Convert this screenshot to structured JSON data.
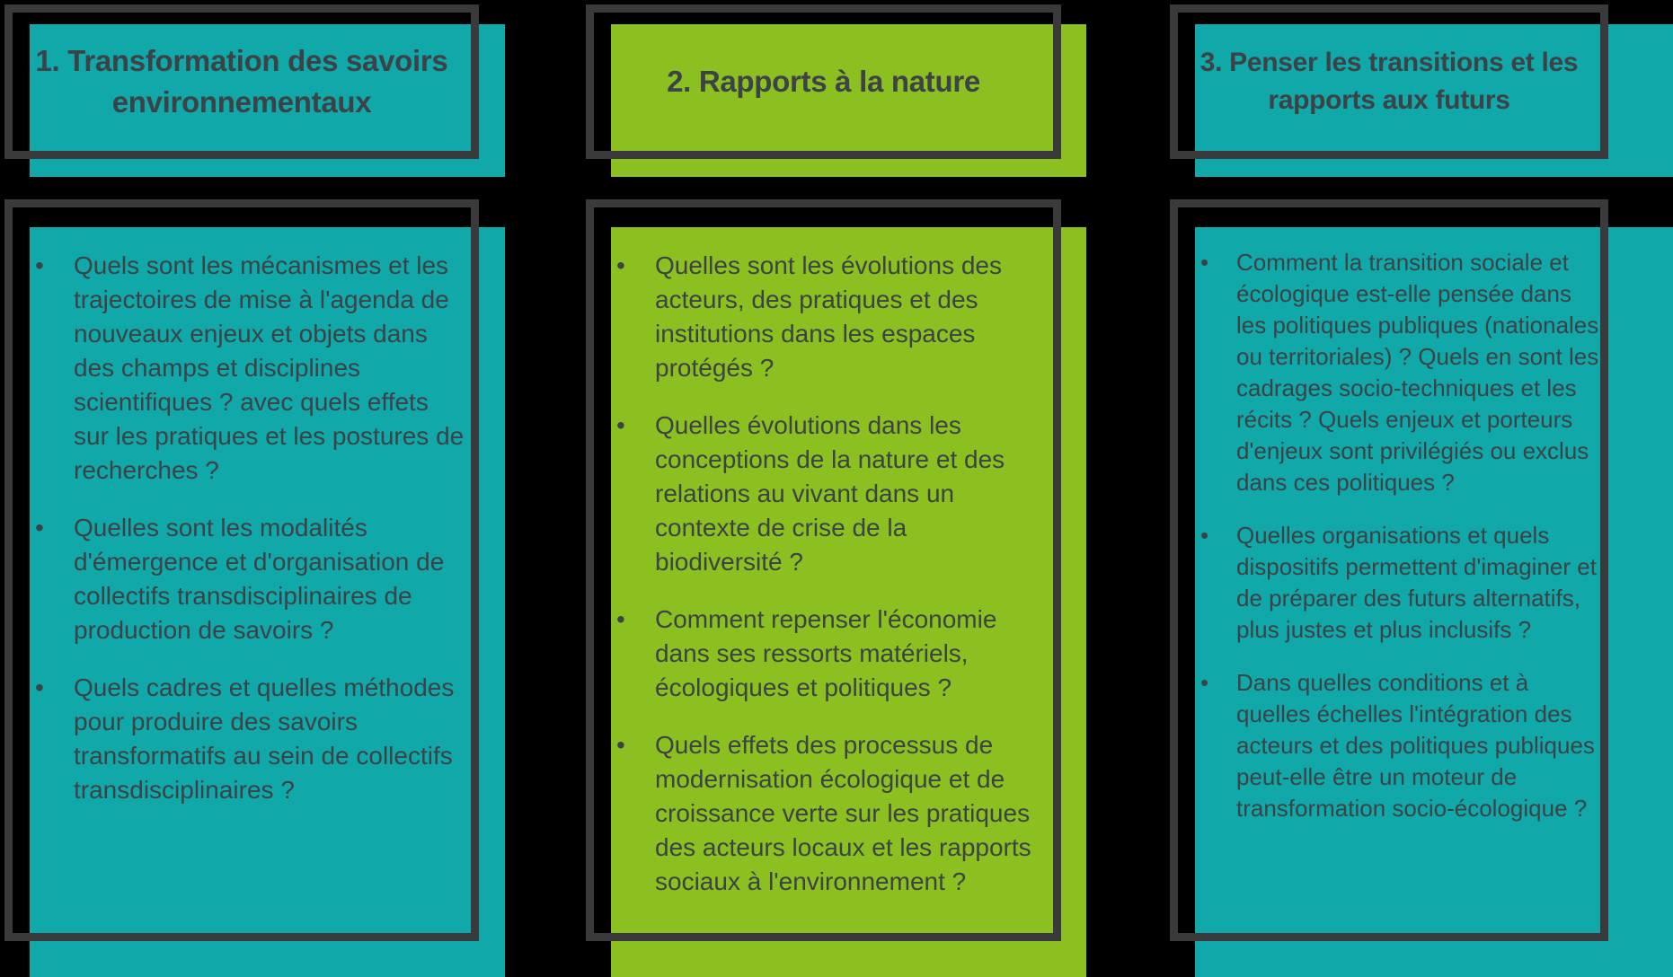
{
  "slide": {
    "colors": {
      "bg": "#000000",
      "outline": "#3A3A3C",
      "text": "#3C4245"
    },
    "teal_hex": "#10A8A8",
    "green_hex": "#8CBF20"
  },
  "columns": [
    {
      "title": "1. Transformation des savoirs environnementaux",
      "fill_color": "#10A8A8",
      "bullets": [
        "Quels sont les mécanismes et les trajectoires de mise à l'agenda de nouveaux enjeux et objets dans des champs et disciplines scientifiques ? avec quels effets sur les pratiques et les postures de recherches ?",
        "Quelles sont les modalités d'émergence et d'organisation de collectifs transdisciplinaires de production de savoirs ?",
        "Quels cadres et quelles méthodes pour produire des savoirs transformatifs au sein de collectifs transdisciplinaires ?"
      ]
    },
    {
      "title": "2. Rapports à la nature",
      "fill_color": "#8CBF20",
      "bullets": [
        "Quelles sont les évolutions des acteurs, des pratiques et des institutions dans les espaces protégés ?",
        "Quelles évolutions dans les conceptions de la nature et des relations au vivant dans un contexte de crise de la biodiversité ?",
        "Comment repenser l'économie dans ses ressorts matériels, écologiques et politiques ?",
        "Quels effets des processus de modernisation écologique et de croissance verte sur les pratiques des acteurs locaux et les rapports sociaux à l'environnement ?"
      ]
    },
    {
      "title": "3. Penser les transitions et les rapports aux futurs",
      "fill_color": "#10A8A8",
      "bullets": [
        "Comment la transition sociale et écologique est-elle pensée dans les politiques publiques (nationales ou territoriales) ? Quels en sont les cadrages socio-techniques et les récits ? Quels enjeux et porteurs d'enjeux sont privilégiés ou exclus dans ces politiques ?",
        "Quelles organisations et quels dispositifs permettent d'imaginer et de préparer des futurs alternatifs, plus justes et plus inclusifs ?",
        "Dans quelles conditions et à quelles échelles l'intégration des acteurs et des politiques publiques peut-elle être un moteur de transformation socio-écologique ?"
      ]
    }
  ]
}
